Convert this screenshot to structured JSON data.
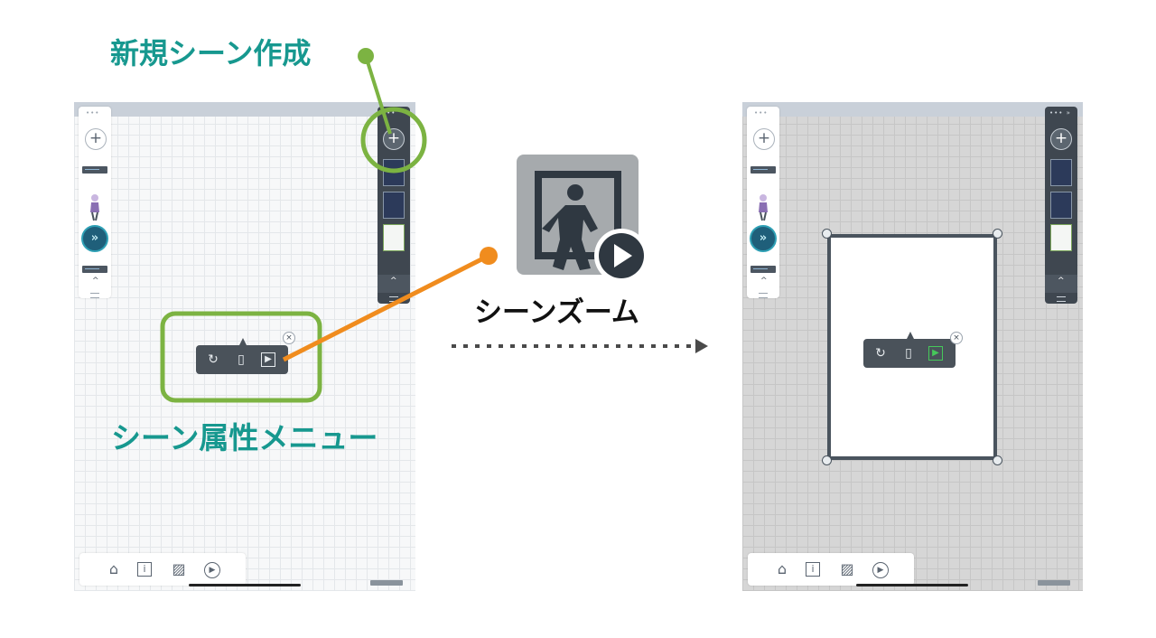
{
  "labels": {
    "new_scene": "新規シーン作成",
    "scene_attr_menu": "シーン属性メニュー",
    "scene_zoom": "シーンズーム"
  },
  "left_screen": {
    "left_panel": {
      "dots": "••• ",
      "caret": "^"
    },
    "right_panel": {
      "dots": "•••",
      "caret": "^"
    },
    "attr_menu": {
      "close": "×"
    }
  },
  "right_screen": {
    "left_panel": {
      "dots": "••• ",
      "caret": "^"
    },
    "right_panel": {
      "dots": "••• »",
      "caret": "^"
    },
    "attr_menu": {
      "close": "×"
    }
  },
  "colors": {
    "callout_green": "#7cb342",
    "callout_orange": "#f08c1e",
    "label_teal": "#17988f",
    "panel_dark": "#3f4750",
    "frame_border": "#4a545e"
  },
  "icons": [
    "plus-icon",
    "forward-chevron-icon",
    "rotate-icon",
    "phone-icon",
    "scene-zoom-icon",
    "home-icon",
    "info-icon",
    "play-icon",
    "close-icon"
  ]
}
